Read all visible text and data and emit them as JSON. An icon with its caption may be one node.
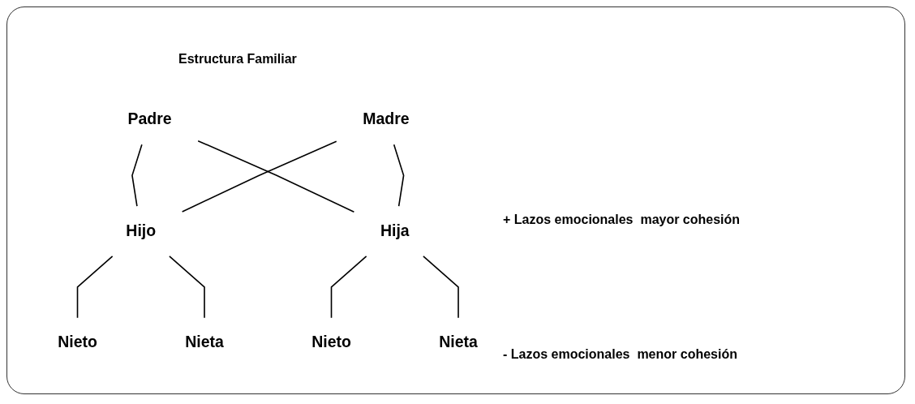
{
  "diagram": {
    "title": "Estructura Familiar",
    "nodes": [
      {
        "text": [
          "Padre"
        ]
      },
      {
        "text": [
          "Madre"
        ]
      },
      {
        "text": [
          "Hijo"
        ]
      },
      {
        "text": [
          "Hija"
        ]
      },
      {
        "text": [
          "Nieto"
        ]
      },
      {
        "text": [
          "Nieta"
        ]
      },
      {
        "text": [
          "Nieto"
        ]
      },
      {
        "text": [
          "Nieta"
        ]
      }
    ],
    "edges": [
      {
        "from": 0,
        "to": 2,
        "arrow": "none"
      },
      {
        "from": 0,
        "to": 3,
        "arrow": "none"
      },
      {
        "from": 1,
        "to": 2,
        "arrow": "none"
      },
      {
        "from": 1,
        "to": 3,
        "arrow": "none"
      },
      {
        "from": 2,
        "to": 4,
        "arrow": "none"
      },
      {
        "from": 2,
        "to": 5,
        "arrow": "none"
      },
      {
        "from": 3,
        "to": 6,
        "arrow": "none"
      },
      {
        "from": 3,
        "to": 7,
        "arrow": "none"
      }
    ],
    "labels": [
      "+ Lazos emocionales  mayor cohesión",
      "- Lazos emocionales  menor cohesión"
    ]
  }
}
